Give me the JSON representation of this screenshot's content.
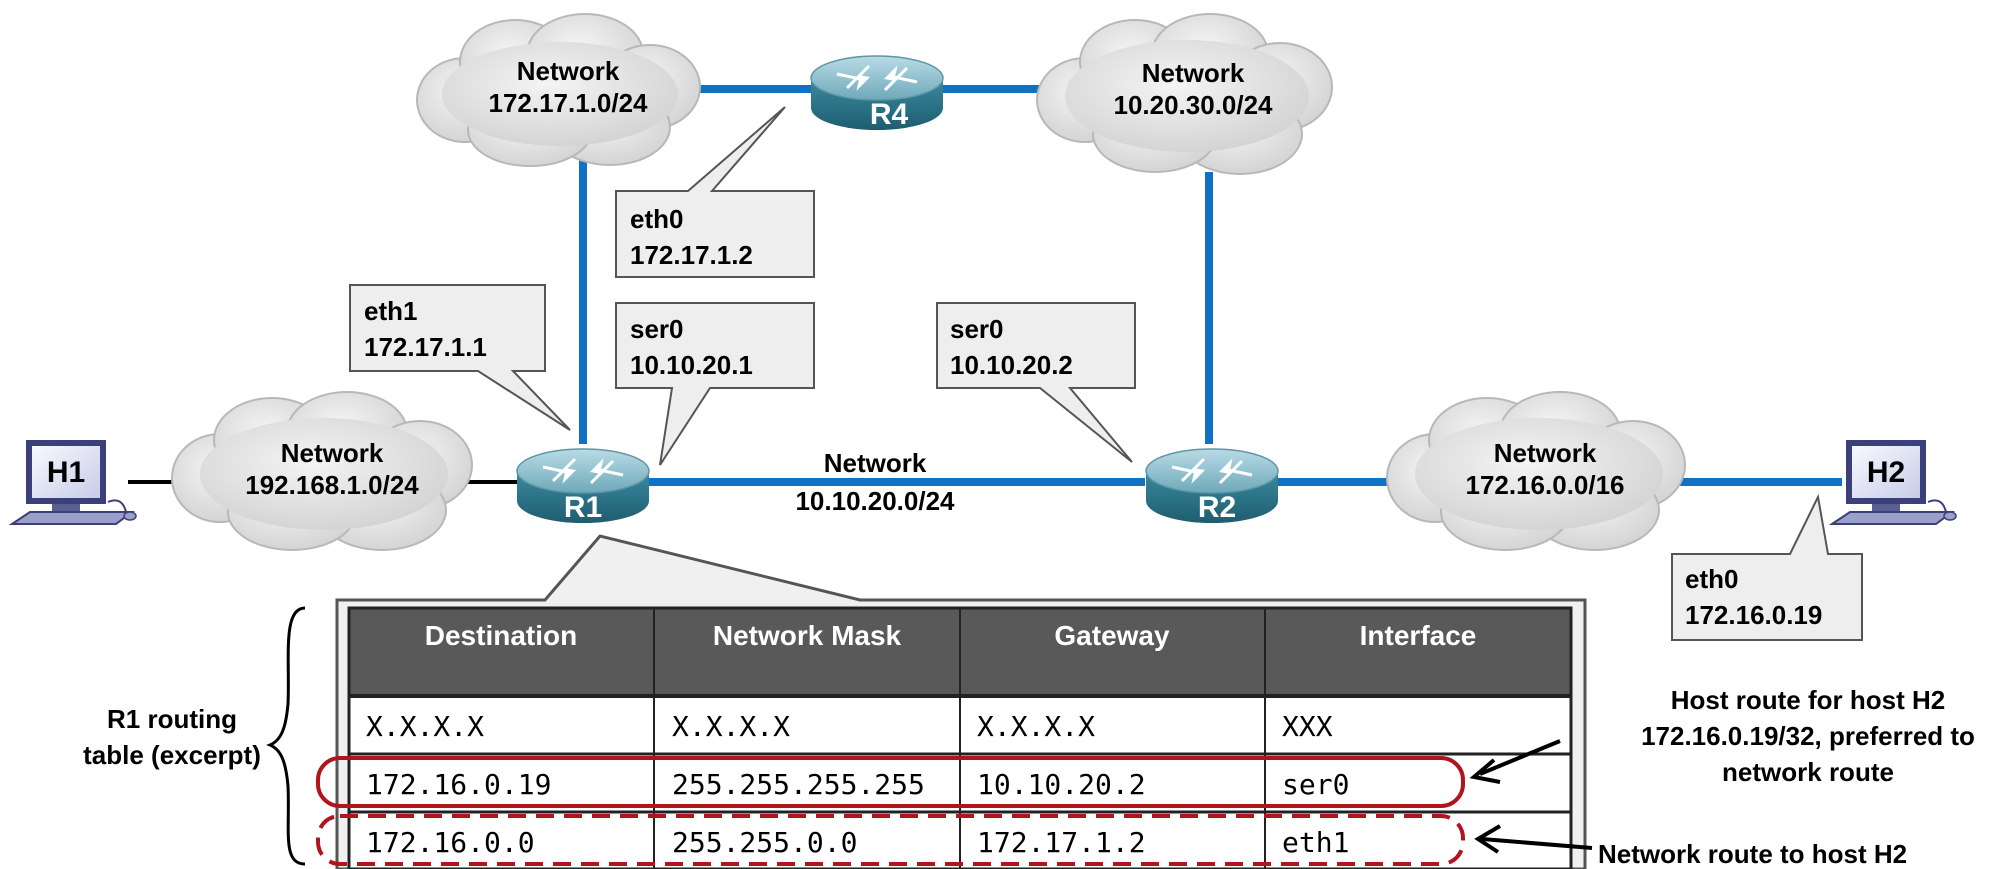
{
  "colors": {
    "link": "#1172c4",
    "router_body": "#2f7b90",
    "router_top": "#8fbfcd",
    "cloud_fill": "#dcdcdc",
    "callout_fill": "#eeeeee",
    "table_header": "#595959",
    "highlight": "#b0141c"
  },
  "clouds": {
    "net_r4_left": {
      "line1": "Network",
      "line2": "172.17.1.0/24"
    },
    "net_r4_right": {
      "line1": "Network",
      "line2": "10.20.30.0/24"
    },
    "net_h1": {
      "line1": "Network",
      "line2": "192.168.1.0/24"
    },
    "net_h2": {
      "line1": "Network",
      "line2": "172.16.0.0/16"
    }
  },
  "serial_link_label": {
    "line1": "Network",
    "line2": "10.10.20.0/24"
  },
  "routers": {
    "r1": "R1",
    "r2": "R2",
    "r4": "R4"
  },
  "hosts": {
    "h1": "H1",
    "h2": "H2"
  },
  "callouts": {
    "r4_eth0": {
      "line1": "eth0",
      "line2": "172.17.1.2"
    },
    "r1_eth1": {
      "line1": "eth1",
      "line2": "172.17.1.1"
    },
    "r1_ser0": {
      "line1": "ser0",
      "line2": "10.10.20.1"
    },
    "r2_ser0": {
      "line1": "ser0",
      "line2": "10.10.20.2"
    },
    "h2_eth0": {
      "line1": "eth0",
      "line2": "172.16.0.19"
    }
  },
  "routing_table": {
    "label_line1": "R1 routing",
    "label_line2": "table (excerpt)",
    "columns": [
      "Destination",
      "Network Mask",
      "Gateway",
      "Interface"
    ],
    "rows": [
      [
        "X.X.X.X",
        "X.X.X.X",
        "X.X.X.X",
        "XXX"
      ],
      [
        "172.16.0.19",
        "255.255.255.255",
        "10.10.20.2",
        "ser0"
      ],
      [
        "172.16.0.0",
        "255.255.0.0",
        "172.17.1.2",
        "eth1"
      ]
    ]
  },
  "annotations": {
    "host_route": {
      "line1": "Host route for host H2",
      "line2": "172.16.0.19/32, preferred to",
      "line3": "network route"
    },
    "network_route": "Network route to host H2"
  }
}
